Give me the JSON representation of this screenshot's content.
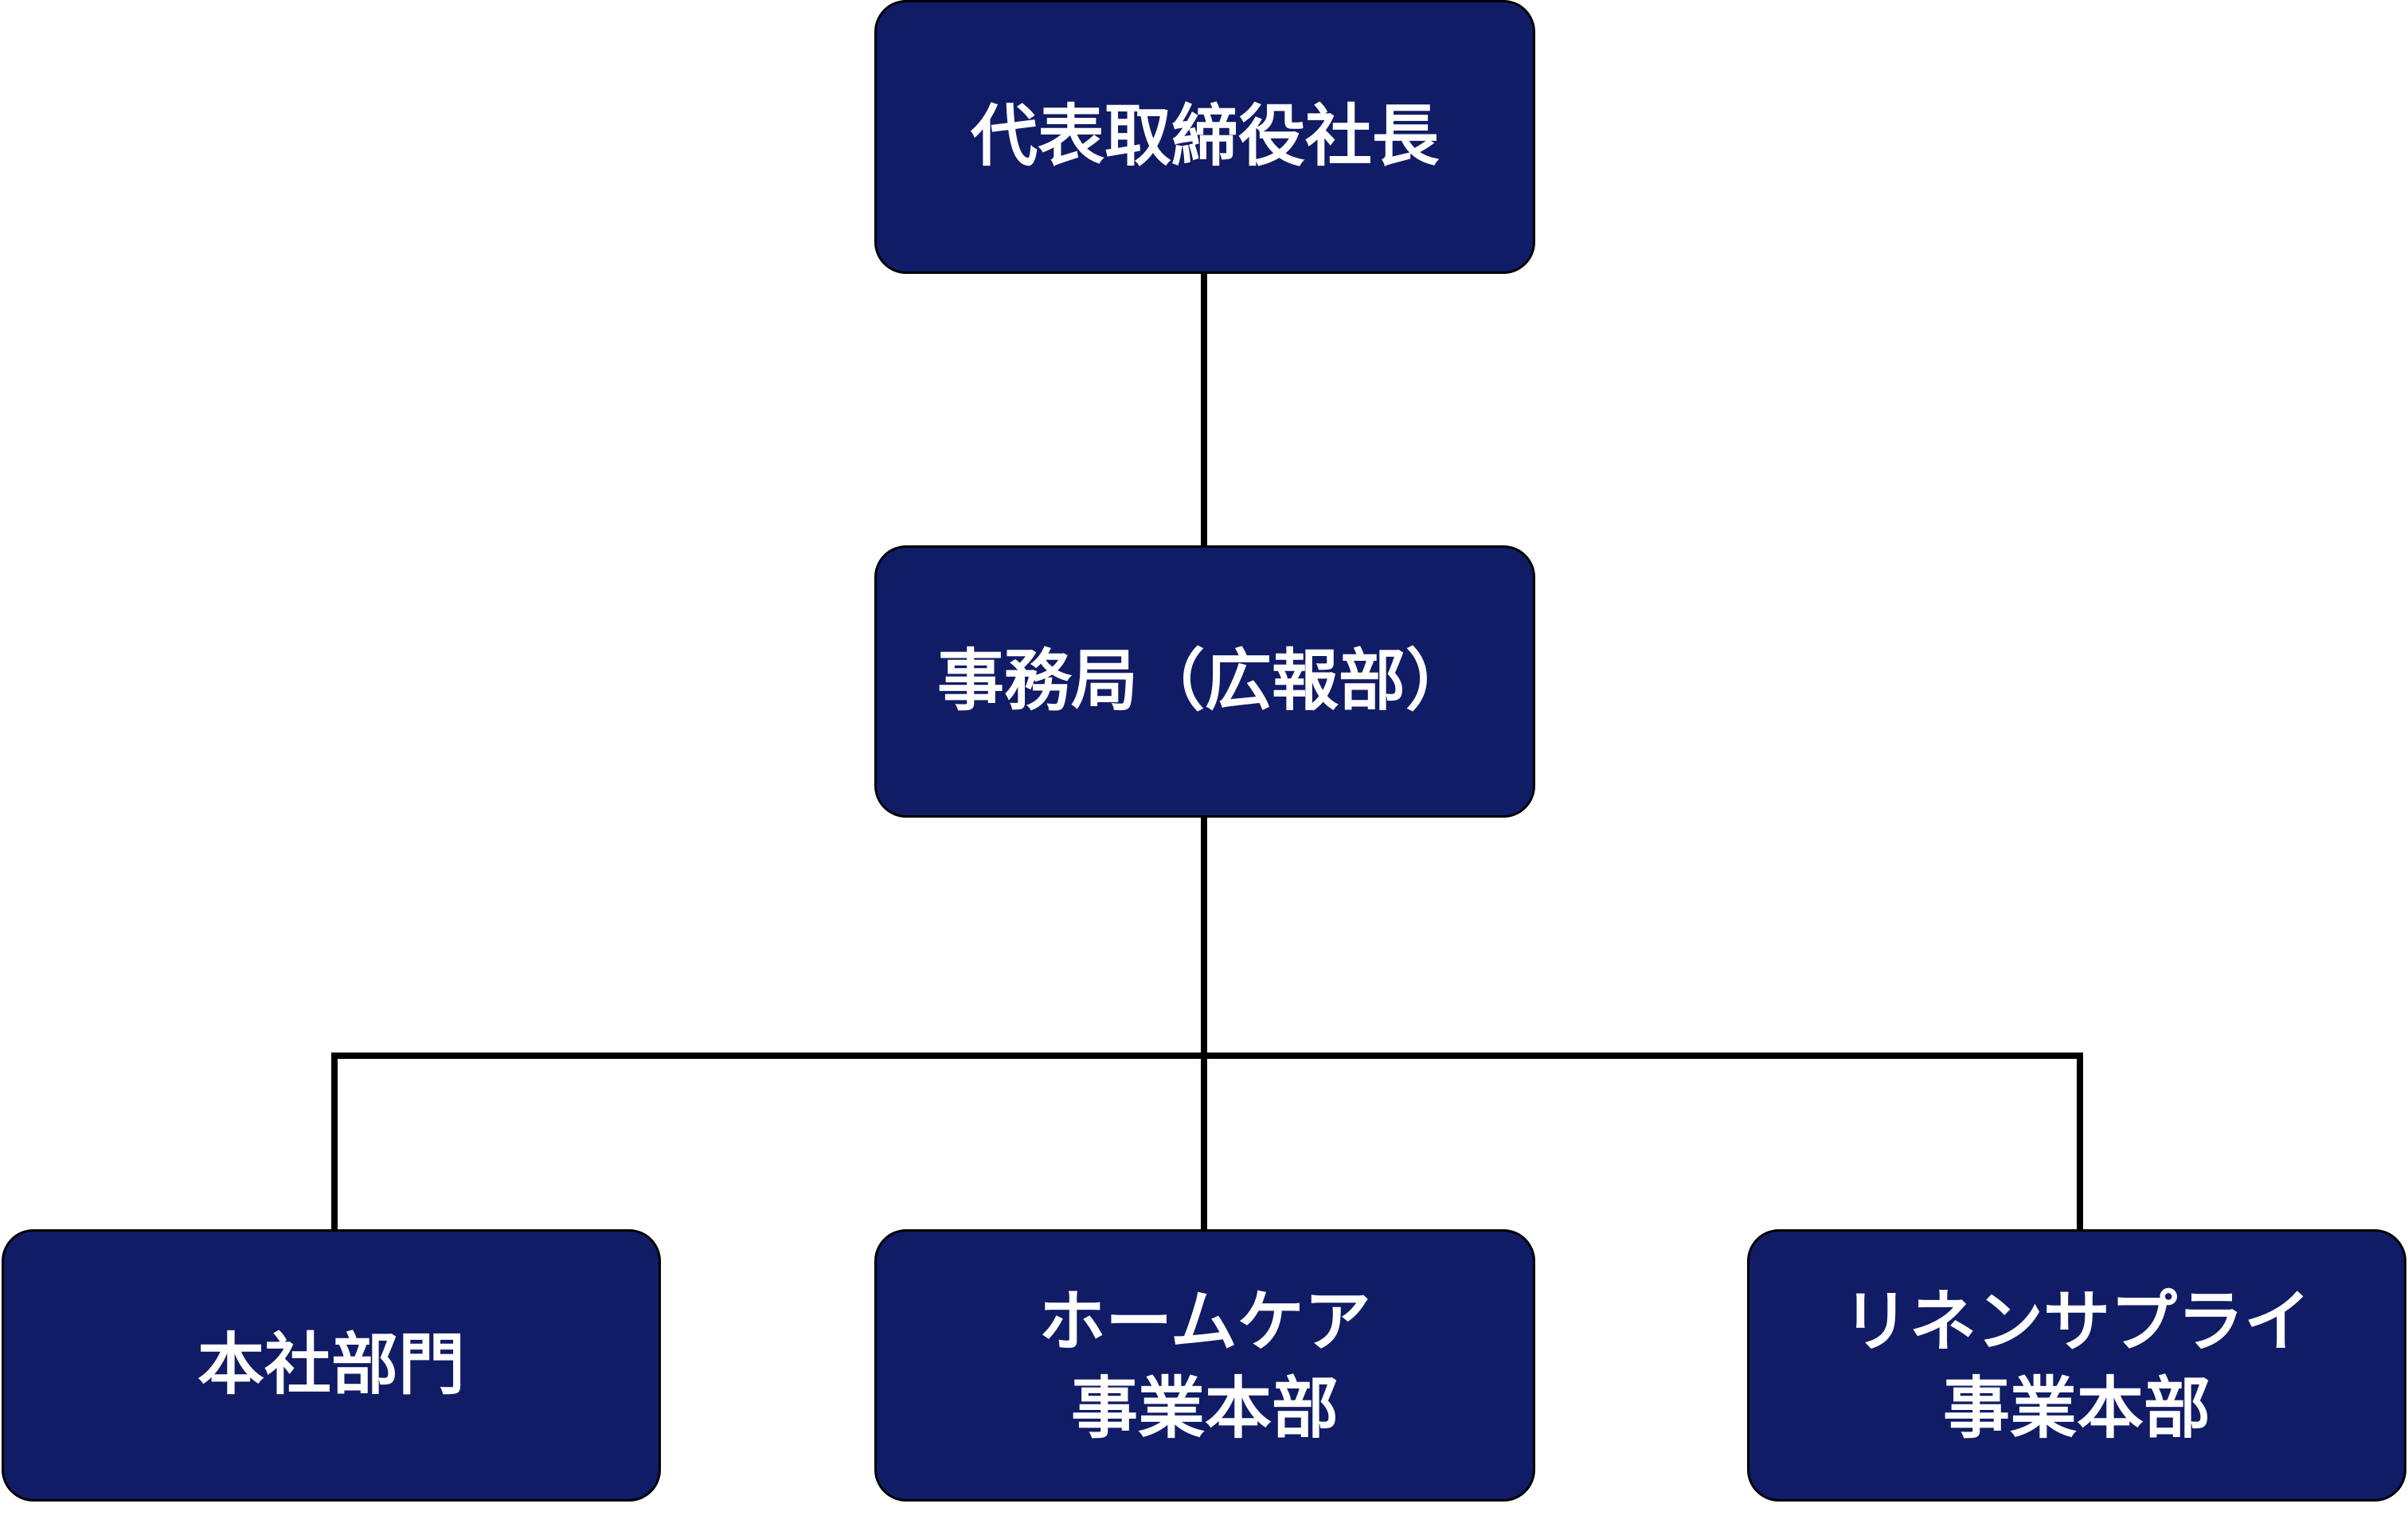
{
  "colors": {
    "box_fill": "#111c66",
    "box_text": "#ffffff",
    "connector": "#000000"
  },
  "nodes": {
    "president": {
      "lines": [
        "代表取締役社長"
      ]
    },
    "secretariat": {
      "lines": [
        "事務局（広報部）"
      ]
    },
    "headquarters": {
      "lines": [
        "本社部門"
      ]
    },
    "homecare": {
      "lines": [
        "ホームケア",
        "事業本部"
      ]
    },
    "linen_supply": {
      "lines": [
        "リネンサプライ",
        "事業本部"
      ]
    }
  }
}
